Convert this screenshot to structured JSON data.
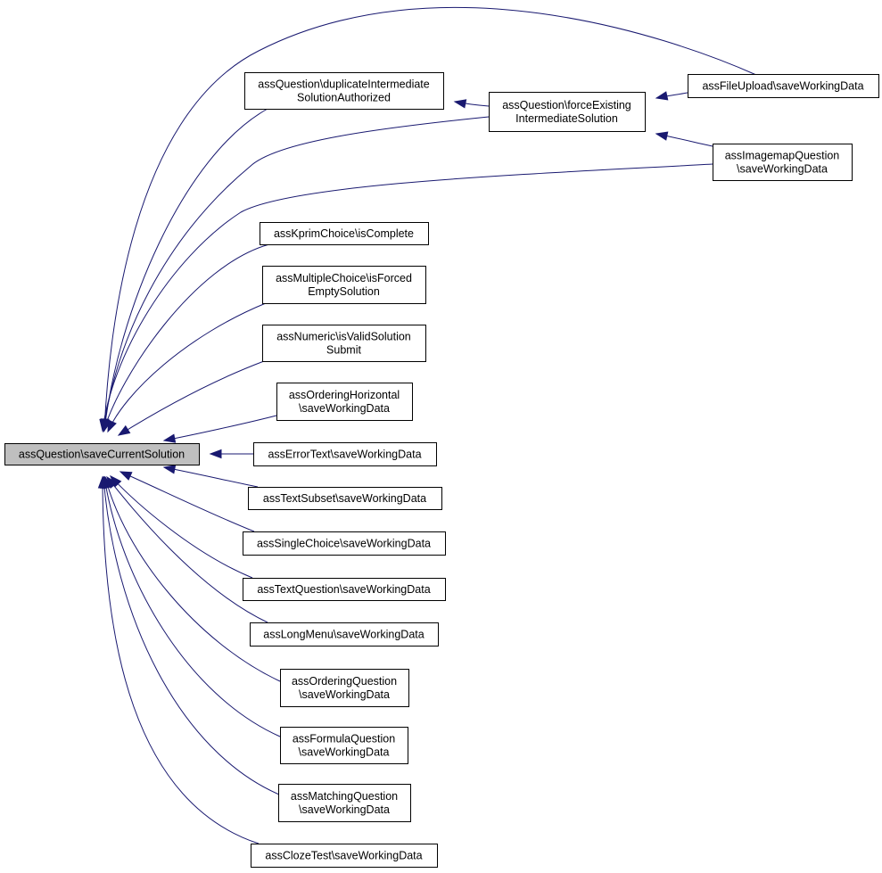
{
  "diagram": {
    "type": "caller-graph",
    "edge_color": "#191970",
    "root_fill": "#bfbfbf",
    "nodes": [
      {
        "id": "root",
        "lines": [
          "assQuestion\\saveCurrentSolution"
        ]
      },
      {
        "id": "dup",
        "lines": [
          "assQuestion\\duplicateIntermediate",
          "SolutionAuthorized"
        ]
      },
      {
        "id": "force",
        "lines": [
          "assQuestion\\forceExisting",
          "IntermediateSolution"
        ]
      },
      {
        "id": "fileupload",
        "lines": [
          "assFileUpload\\saveWorkingData"
        ]
      },
      {
        "id": "imagemap",
        "lines": [
          "assImagemapQuestion",
          "\\saveWorkingData"
        ]
      },
      {
        "id": "kprim",
        "lines": [
          "assKprimChoice\\isComplete"
        ]
      },
      {
        "id": "multiple",
        "lines": [
          "assMultipleChoice\\isForced",
          "EmptySolution"
        ]
      },
      {
        "id": "numeric",
        "lines": [
          "assNumeric\\isValidSolution",
          "Submit"
        ]
      },
      {
        "id": "orderh",
        "lines": [
          "assOrderingHorizontal",
          "\\saveWorkingData"
        ]
      },
      {
        "id": "errortext",
        "lines": [
          "assErrorText\\saveWorkingData"
        ]
      },
      {
        "id": "textsubset",
        "lines": [
          "assTextSubset\\saveWorkingData"
        ]
      },
      {
        "id": "single",
        "lines": [
          "assSingleChoice\\saveWorkingData"
        ]
      },
      {
        "id": "textq",
        "lines": [
          "assTextQuestion\\saveWorkingData"
        ]
      },
      {
        "id": "longmenu",
        "lines": [
          "assLongMenu\\saveWorkingData"
        ]
      },
      {
        "id": "orderq",
        "lines": [
          "assOrderingQuestion",
          "\\saveWorkingData"
        ]
      },
      {
        "id": "formula",
        "lines": [
          "assFormulaQuestion",
          "\\saveWorkingData"
        ]
      },
      {
        "id": "matching",
        "lines": [
          "assMatchingQuestion",
          "\\saveWorkingData"
        ]
      },
      {
        "id": "cloze",
        "lines": [
          "assClozeTest\\saveWorkingData"
        ]
      }
    ],
    "edges": [
      {
        "from": "fileupload",
        "to": "root"
      },
      {
        "from": "dup",
        "to": "root"
      },
      {
        "from": "force",
        "to": "root"
      },
      {
        "from": "imagemap",
        "to": "root"
      },
      {
        "from": "kprim",
        "to": "root"
      },
      {
        "from": "multiple",
        "to": "root"
      },
      {
        "from": "numeric",
        "to": "root"
      },
      {
        "from": "orderh",
        "to": "root"
      },
      {
        "from": "errortext",
        "to": "root"
      },
      {
        "from": "textsubset",
        "to": "root"
      },
      {
        "from": "single",
        "to": "root"
      },
      {
        "from": "textq",
        "to": "root"
      },
      {
        "from": "longmenu",
        "to": "root"
      },
      {
        "from": "orderq",
        "to": "root"
      },
      {
        "from": "formula",
        "to": "root"
      },
      {
        "from": "matching",
        "to": "root"
      },
      {
        "from": "cloze",
        "to": "root"
      },
      {
        "from": "force",
        "to": "dup"
      },
      {
        "from": "fileupload",
        "to": "force"
      },
      {
        "from": "imagemap",
        "to": "force"
      }
    ]
  }
}
